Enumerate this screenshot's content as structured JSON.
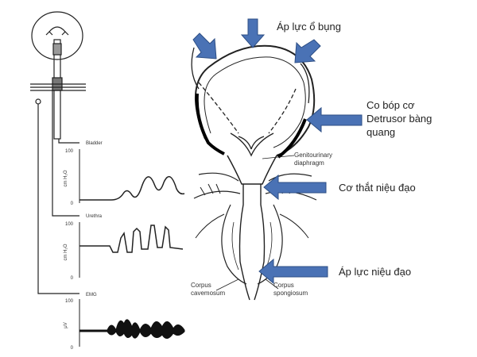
{
  "annotations": {
    "abdominal_pressure": "Áp lực ổ bụng",
    "detrusor_line1": "Co bóp cơ",
    "detrusor_line2": "Detrusor bàng",
    "detrusor_line3": "quang",
    "sphincter": "Cơ thắt niệu đạo",
    "urethral_pressure": "Áp lực niệu đạo"
  },
  "anatomy_labels": {
    "genitourinary_line1": "Genitourinary",
    "genitourinary_line2": "diaphragm",
    "corpus_cav_line1": "Corpus",
    "corpus_cav_line2": "cavemosum",
    "corpus_spong_line1": "Corpus",
    "corpus_spong_line2": "spongiosum"
  },
  "traces": {
    "bladder_title": "Bladder",
    "urethra_title": "Urethra",
    "emg_title": "EMG",
    "pressure_unit": "cm H₂O",
    "emg_unit": "μV",
    "axis_max": "100",
    "axis_min": "0"
  },
  "colors": {
    "arrow": "#4a72b5",
    "arrow_edge": "#2e4f85",
    "drawing": "#222222"
  }
}
